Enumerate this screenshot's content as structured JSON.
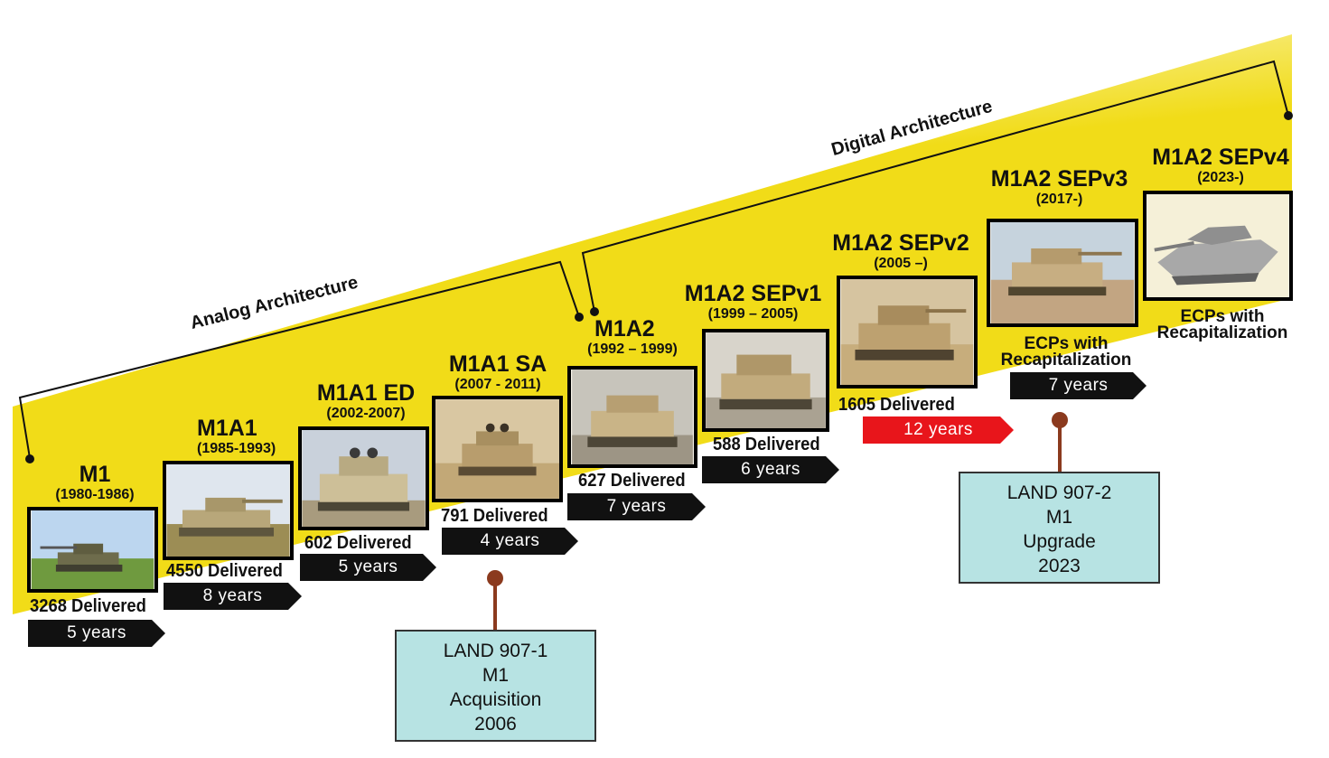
{
  "colors": {
    "wedge": "#f1dc18",
    "arrow": "#111111",
    "arrow_highlight": "#e8151b",
    "land_box": "#b7e3e3",
    "stem": "#8b3a1e"
  },
  "architecture": {
    "analog": "Analog Architecture",
    "digital": "Digital Architecture"
  },
  "variants": [
    {
      "name": "M1",
      "years": "(1980-1986)",
      "delivered": "3268 Delivered",
      "duration": "5 years"
    },
    {
      "name": "M1A1",
      "years": "(1985-1993)",
      "delivered": "4550 Delivered",
      "duration": "8 years"
    },
    {
      "name": "M1A1 ED",
      "years": "(2002-2007)",
      "delivered": "602 Delivered",
      "duration": "5 years"
    },
    {
      "name": "M1A1 SA",
      "years": "(2007 - 2011)",
      "delivered": "791 Delivered",
      "duration": "4 years"
    },
    {
      "name": "M1A2",
      "years": "(1992 – 1999)",
      "delivered": "627 Delivered",
      "duration": "7 years"
    },
    {
      "name": "M1A2 SEPv1",
      "years": "(1999 – 2005)",
      "delivered": "588 Delivered",
      "duration": "6 years"
    },
    {
      "name": "M1A2 SEPv2",
      "years": "(2005 –)",
      "delivered": "1605 Delivered",
      "duration": "12 years"
    },
    {
      "name": "M1A2 SEPv3",
      "years": "(2017-)",
      "note": "ECPs with\nRecapitalization",
      "duration": "7 years"
    },
    {
      "name": "M1A2 SEPv4",
      "years": "(2023-)",
      "note": "ECPs with\nRecapitalization"
    }
  ],
  "land_boxes": [
    {
      "lines": [
        "LAND 907-1",
        "M1",
        "Acquisition",
        "2006"
      ]
    },
    {
      "lines": [
        "LAND 907-2",
        "M1",
        "Upgrade",
        "2023"
      ]
    }
  ]
}
